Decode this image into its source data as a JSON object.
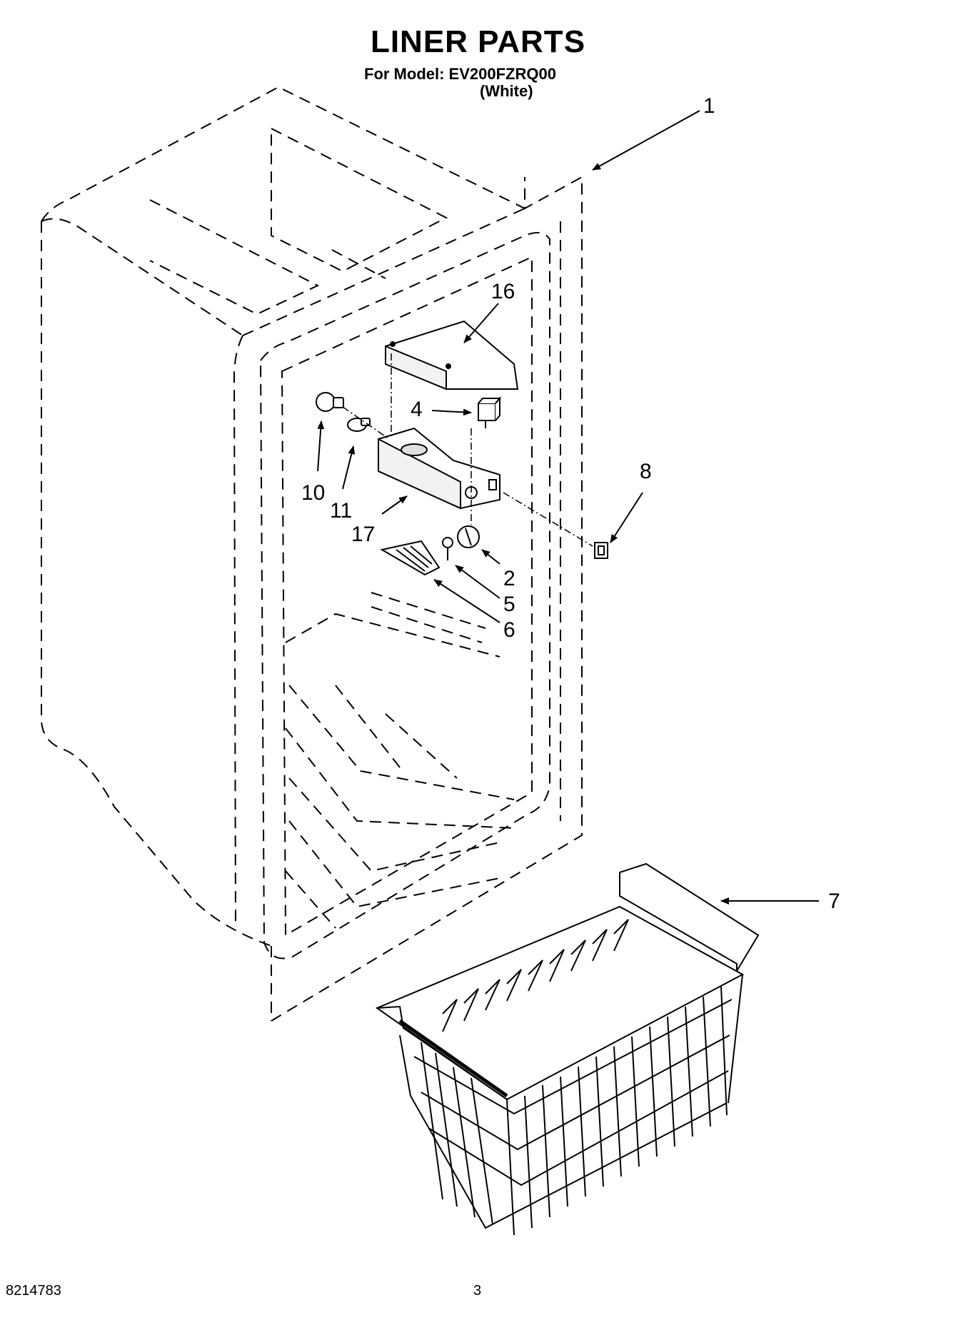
{
  "header": {
    "title": "LINER PARTS",
    "model_line": "For Model: EV200FZRQ00",
    "color_line": "(White)"
  },
  "callouts": [
    "1",
    "16",
    "4",
    "10",
    "11",
    "17",
    "8",
    "2",
    "5",
    "6",
    "7"
  ],
  "footer": {
    "doc_number": "8214783",
    "page_number": "3"
  }
}
